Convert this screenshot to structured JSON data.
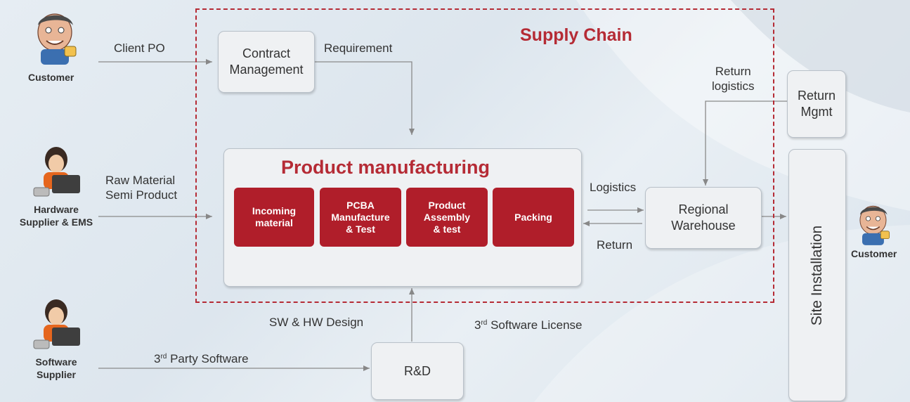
{
  "title": "Supply Chain",
  "actors": {
    "customer_left": "Customer",
    "hardware_supplier": "Hardware\nSupplier & EMS",
    "software_supplier": "Software\nSupplier",
    "customer_right": "Customer"
  },
  "boxes": {
    "contract_management": "Contract\nManagement",
    "product_manufacturing": "Product manufacturing",
    "regional_warehouse": "Regional\nWarehouse",
    "return_mgmt": "Return\nMgmt",
    "site_installation": "Site Installation",
    "rnd": "R&D"
  },
  "processes": [
    "Incoming\nmaterial",
    "PCBA\nManufacture\n& Test",
    "Product\nAssembly\n& test",
    "Packing"
  ],
  "flows": {
    "client_po": "Client PO",
    "requirement": "Requirement",
    "raw_material": "Raw Material\nSemi Product",
    "logistics": "Logistics",
    "return": "Return",
    "return_logistics": "Return\nlogistics",
    "sw_hw_design": "SW & HW Design",
    "third_sw_license_prefix": "3",
    "third_sw_license_sup": "rd",
    "third_sw_license_suffix": " Software License",
    "third_party_sw_prefix": "3",
    "third_party_sw_sup": "rd",
    "third_party_sw_suffix": " Party Software"
  },
  "colors": {
    "accent_red": "#b01e2a",
    "dash_red": "#b52b35",
    "box_fill": "#eff1f3"
  }
}
